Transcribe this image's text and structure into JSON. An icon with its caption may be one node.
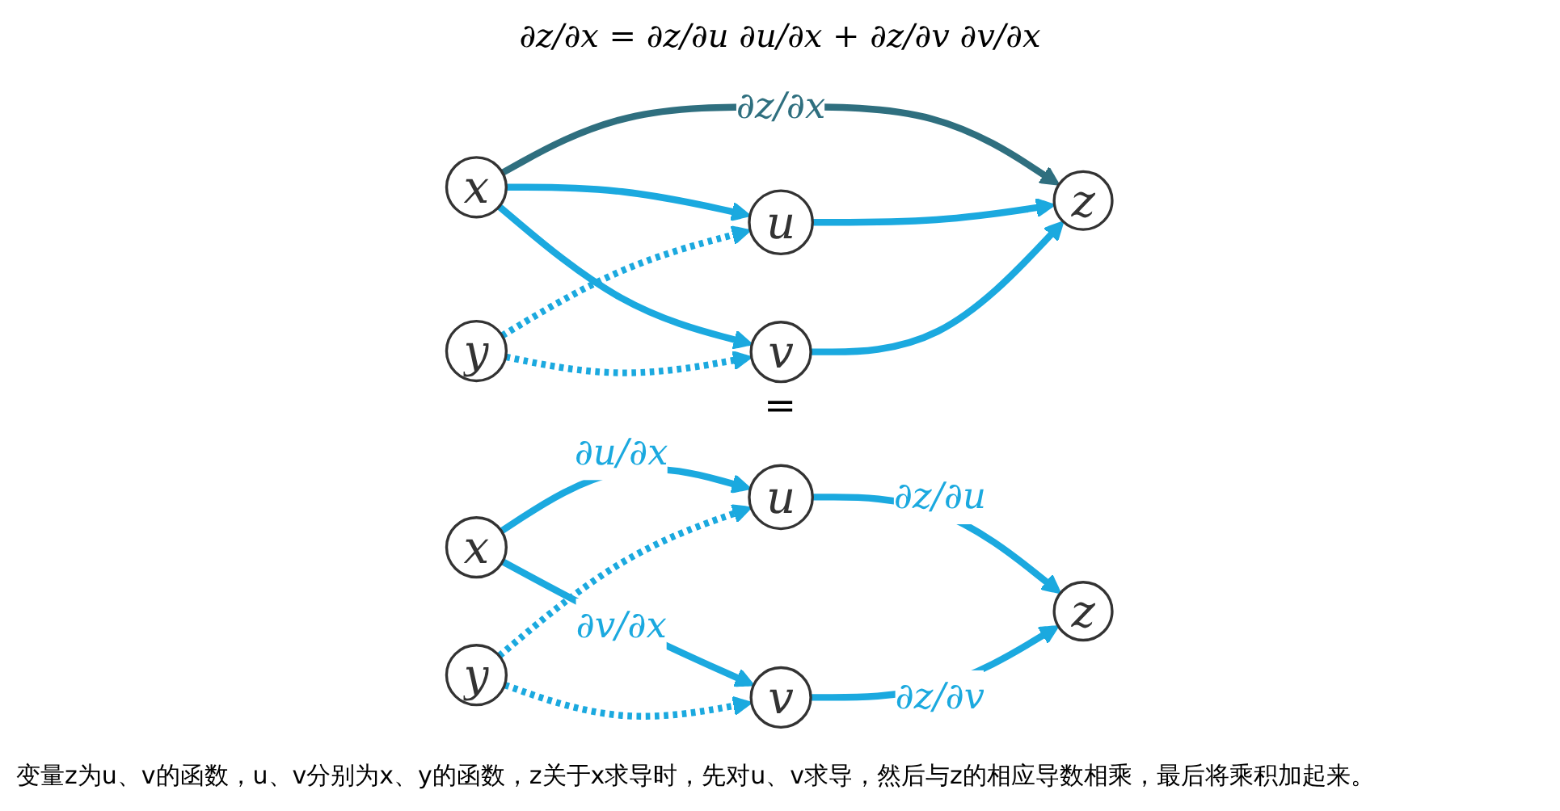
{
  "diagram": {
    "title": "∂z/∂x = ∂z/∂u ∂u/∂x + ∂z/∂v ∂v/∂x",
    "caption": "变量z为u、v的函数，u、v分别为x、y的函数，z关于x求导时，先对u、v求导，然后与z的相应导数相乘，最后将乘积加起来。",
    "nodes": [
      {
        "text": [
          "x"
        ]
      },
      {
        "text": [
          "u"
        ]
      },
      {
        "text": [
          "y"
        ]
      },
      {
        "text": [
          "v"
        ]
      },
      {
        "text": [
          "z"
        ]
      },
      {
        "text": [
          "x"
        ]
      },
      {
        "text": [
          "u"
        ]
      },
      {
        "text": [
          "y"
        ]
      },
      {
        "text": [
          "v"
        ]
      },
      {
        "text": [
          "z"
        ]
      }
    ],
    "edges": [
      {
        "from": 0,
        "to": 1,
        "arrow": "to"
      },
      {
        "from": 0,
        "to": 3,
        "arrow": "to"
      },
      {
        "from": 0,
        "to": 4,
        "arrow": "to",
        "label": "∂z/∂x",
        "color": "#2f6f7f"
      },
      {
        "from": 2,
        "to": 1,
        "arrow": "to",
        "style": "dashed"
      },
      {
        "from": 2,
        "to": 3,
        "arrow": "to",
        "style": "dashed"
      },
      {
        "from": 1,
        "to": 4,
        "arrow": "to"
      },
      {
        "from": 3,
        "to": 4,
        "arrow": "to"
      },
      {
        "from": 5,
        "to": 6,
        "arrow": "to",
        "label": "∂u/∂x"
      },
      {
        "from": 5,
        "to": 8,
        "arrow": "to",
        "label": "∂v/∂x"
      },
      {
        "from": 7,
        "to": 6,
        "arrow": "to",
        "style": "dashed"
      },
      {
        "from": 7,
        "to": 8,
        "arrow": "to",
        "style": "dashed"
      },
      {
        "from": 6,
        "to": 9,
        "arrow": "to",
        "label": "∂z/∂u"
      },
      {
        "from": 8,
        "to": 9,
        "arrow": "to",
        "label": "∂z/∂v"
      }
    ],
    "labels": [
      "="
    ]
  }
}
